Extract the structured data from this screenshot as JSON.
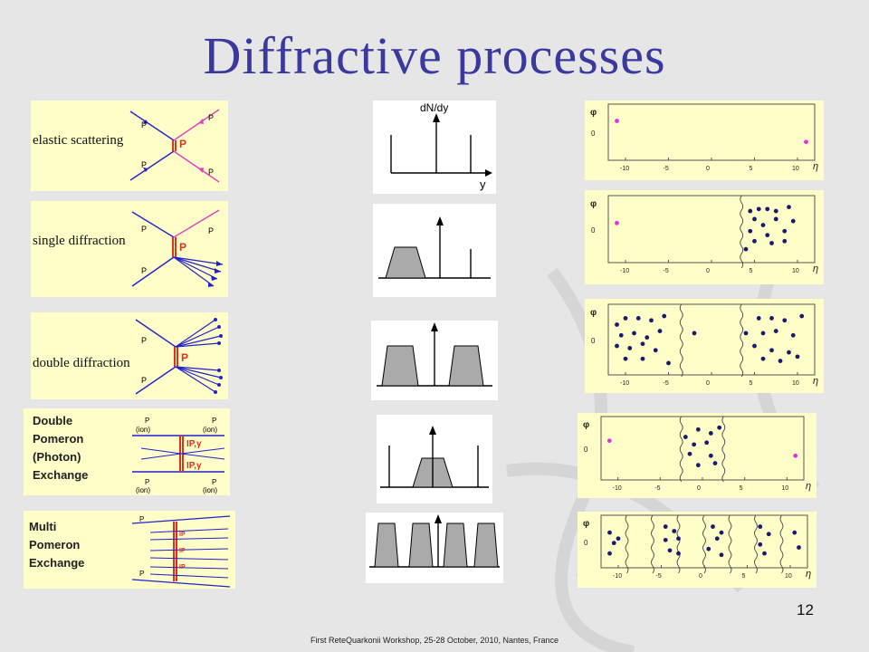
{
  "slide": {
    "title": "Diffractive processes",
    "slide_number": "12",
    "footer": "First ReteQuarkonii Workshop, 25-28 October, 2010, Nantes, France"
  },
  "diagrams": [
    {
      "label": "elastic scattering",
      "in_top": "P",
      "in_bot": "P",
      "out_top": "P",
      "out_bot": "P",
      "exchange": "P"
    },
    {
      "label": "single diffraction",
      "in_top": "P",
      "in_bot": "P",
      "out_top": "P",
      "exchange": "P"
    },
    {
      "label": "double diffraction",
      "in_top": "P",
      "in_bot": "P",
      "exchange": "P"
    },
    {
      "label_lines": [
        "Double",
        "Pomeron",
        "(Photon)",
        "Exchange"
      ],
      "in_top": "P",
      "in_top_sub": "(ion)",
      "in_bot": "P",
      "in_bot_sub": "(ion)",
      "out_top": "P",
      "out_top_sub": "(ion)",
      "out_bot": "P",
      "out_bot_sub": "(ion)",
      "exchange_top": "IP,γ",
      "exchange_bot": "IP,γ"
    },
    {
      "label_lines": [
        "Multi",
        "Pomeron",
        "Exchange"
      ],
      "in_top": "P",
      "in_bot": "P",
      "exchange": "IP"
    }
  ],
  "dndy": {
    "ylabel": "dN/dy",
    "xlabel": "y"
  },
  "lego": {
    "yaxis_symbol": "φ",
    "yaxis_zero": "0",
    "xaxis_symbol": "η",
    "xticks": [
      "-10",
      "-5",
      "0",
      "5",
      "10"
    ]
  },
  "colors": {
    "title": "#3a3a9e",
    "panel_yellow": "#fffdc8",
    "proton_line": "#2222cc",
    "pomeron": "#e0301e",
    "outgoing_proton": "#e040c0",
    "dot": "#1a1a6e",
    "elastic_dot": "#e030e0"
  }
}
